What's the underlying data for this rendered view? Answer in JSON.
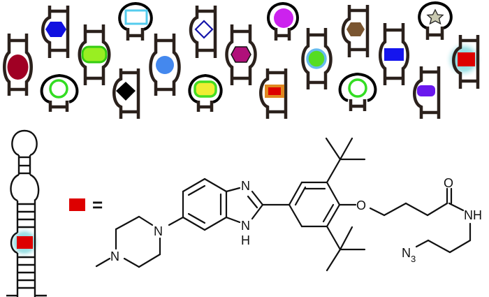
{
  "figure": {
    "description": "Library of RNA secondary-structure motifs with colored ligand markers; a highlighted hairpin containing the hit motif; legend equating red square with small molecule structure",
    "colors": {
      "rna_stroke": "#2b211c",
      "highlight_glow": "#5cc8d0",
      "hit_marker": "#dd0000"
    }
  },
  "motif_library": {
    "motifs": [
      {
        "id": 1,
        "type": "internal-loop",
        "marker_shape": "ellipse",
        "marker_color": "#a00024"
      },
      {
        "id": 2,
        "type": "bulge",
        "marker_shape": "hexagon",
        "marker_color": "#1010e0"
      },
      {
        "id": 3,
        "type": "hairpin-loop",
        "marker_shape": "ring",
        "marker_color": "#33dd22"
      },
      {
        "id": 4,
        "type": "internal-loop",
        "marker_shape": "rounded-rect",
        "marker_color": "#99ee22",
        "marker_outline": "#33cc11"
      },
      {
        "id": 5,
        "type": "hairpin-loop",
        "marker_shape": "rect-outline",
        "marker_color": "#55ccee"
      },
      {
        "id": 6,
        "type": "bulge",
        "marker_shape": "diamond",
        "marker_color": "#000000"
      },
      {
        "id": 7,
        "type": "internal-loop",
        "marker_shape": "circle",
        "marker_color": "#4488ee"
      },
      {
        "id": 8,
        "type": "bulge",
        "marker_shape": "diamond-outline",
        "marker_color": "#1515aa"
      },
      {
        "id": 9,
        "type": "hairpin-loop",
        "marker_shape": "rounded-rect",
        "marker_color": "#eeee33",
        "marker_outline": "#44dd22"
      },
      {
        "id": 10,
        "type": "internal-loop",
        "marker_shape": "hexagon",
        "marker_color": "#b0107a"
      },
      {
        "id": 11,
        "type": "hairpin-loop",
        "marker_shape": "circle",
        "marker_color": "#cc22ee"
      },
      {
        "id": 12,
        "type": "bulge",
        "marker_shape": "rect",
        "marker_color": "#dd0000",
        "marker_outline": "#e08820"
      },
      {
        "id": 13,
        "type": "internal-loop",
        "marker_shape": "circle",
        "marker_color": "#55dd22",
        "marker_outline": "#66bbee"
      },
      {
        "id": 14,
        "type": "bulge",
        "marker_shape": "hexagon",
        "marker_color": "#7a5530"
      },
      {
        "id": 15,
        "type": "hairpin-loop",
        "marker_shape": "ring",
        "marker_color": "#33dd22"
      },
      {
        "id": 16,
        "type": "internal-loop",
        "marker_shape": "rect",
        "marker_color": "#1515ee"
      },
      {
        "id": 17,
        "type": "hairpin-loop",
        "marker_shape": "star",
        "marker_color": "#c8c8b0"
      },
      {
        "id": 18,
        "type": "bulge",
        "marker_shape": "rounded-rect",
        "marker_color": "#6a18ee"
      },
      {
        "id": 19,
        "type": "bulge",
        "marker_shape": "rect",
        "marker_color": "#dd0000",
        "highlighted": true
      }
    ]
  },
  "legend": {
    "symbol": "red-square",
    "equals": "="
  },
  "chemical_structure": {
    "atoms": {
      "n_pip_1": "N",
      "n_pip_2": "N",
      "n_imid": "N",
      "nh_imid_n": "N",
      "nh_imid_h": "H",
      "ether_o": "O",
      "carbonyl_o": "O",
      "amide_nh": "NH",
      "azide_n": "N",
      "azide_sub": "3"
    },
    "groups": [
      "N-methylpiperazine",
      "benzimidazole",
      "3,5-di-tert-butylphenyl ether",
      "butanamide linker",
      "3-azidopropyl"
    ]
  }
}
